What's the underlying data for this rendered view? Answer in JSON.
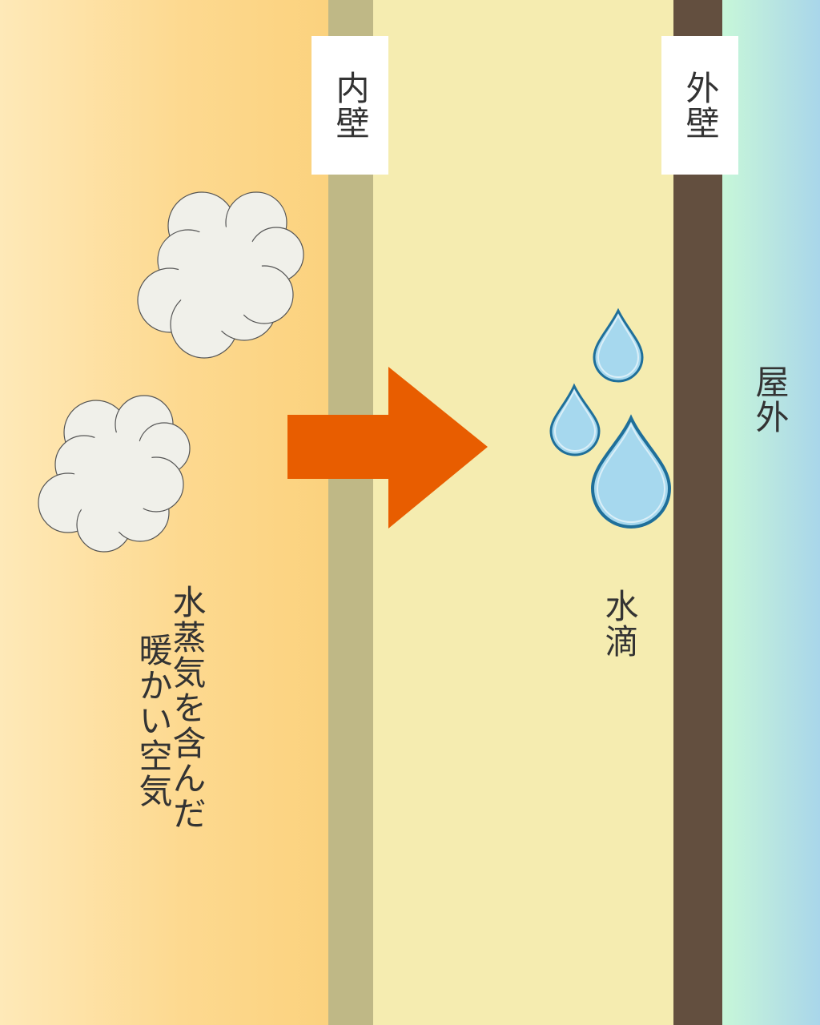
{
  "labels": {
    "inner_wall": "内壁",
    "outer_wall": "外壁",
    "outdoor": "屋外",
    "water_drops": "水滴",
    "air_line1": "水蒸気を含んだ",
    "air_line2": "暖かい空気"
  },
  "colors": {
    "room_warm": "#fbd27e",
    "inner_wall": "#bfb886",
    "wall_cavity": "#f5ecb0",
    "outer_wall": "#634f3f",
    "outdoor": "#a9d6ea",
    "arrow": "#e85d00",
    "water_drop_fill": "#a6d8ee",
    "water_drop_stroke": "#1f6f9a",
    "steam_cloud": "#f0f0ea"
  },
  "icons": [
    "steam-cloud-icon",
    "arrow-right-icon",
    "water-drop-icon"
  ]
}
